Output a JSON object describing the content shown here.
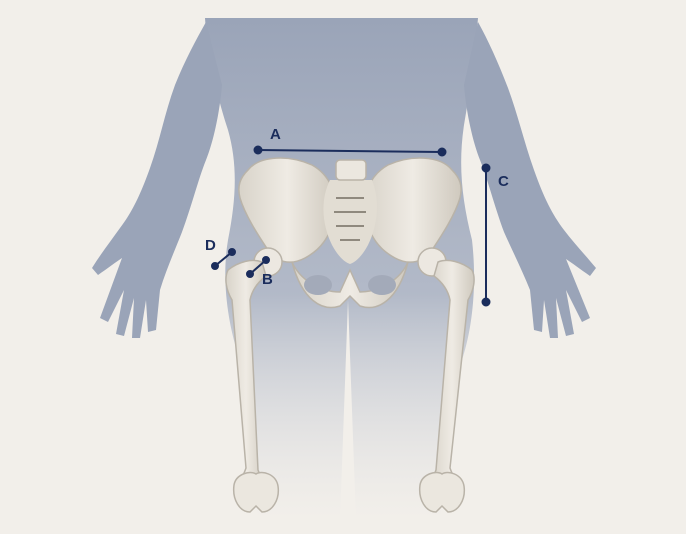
{
  "diagram": {
    "labels": {
      "a": "A",
      "b": "B",
      "c": "C",
      "d": "D"
    },
    "colors": {
      "page": "#f2efea",
      "silhouette": "#9aa4b8",
      "bone": "#e9e5dd",
      "bone_shadow": "#b9b3a8",
      "measure_line": "#1b2d5c"
    }
  }
}
